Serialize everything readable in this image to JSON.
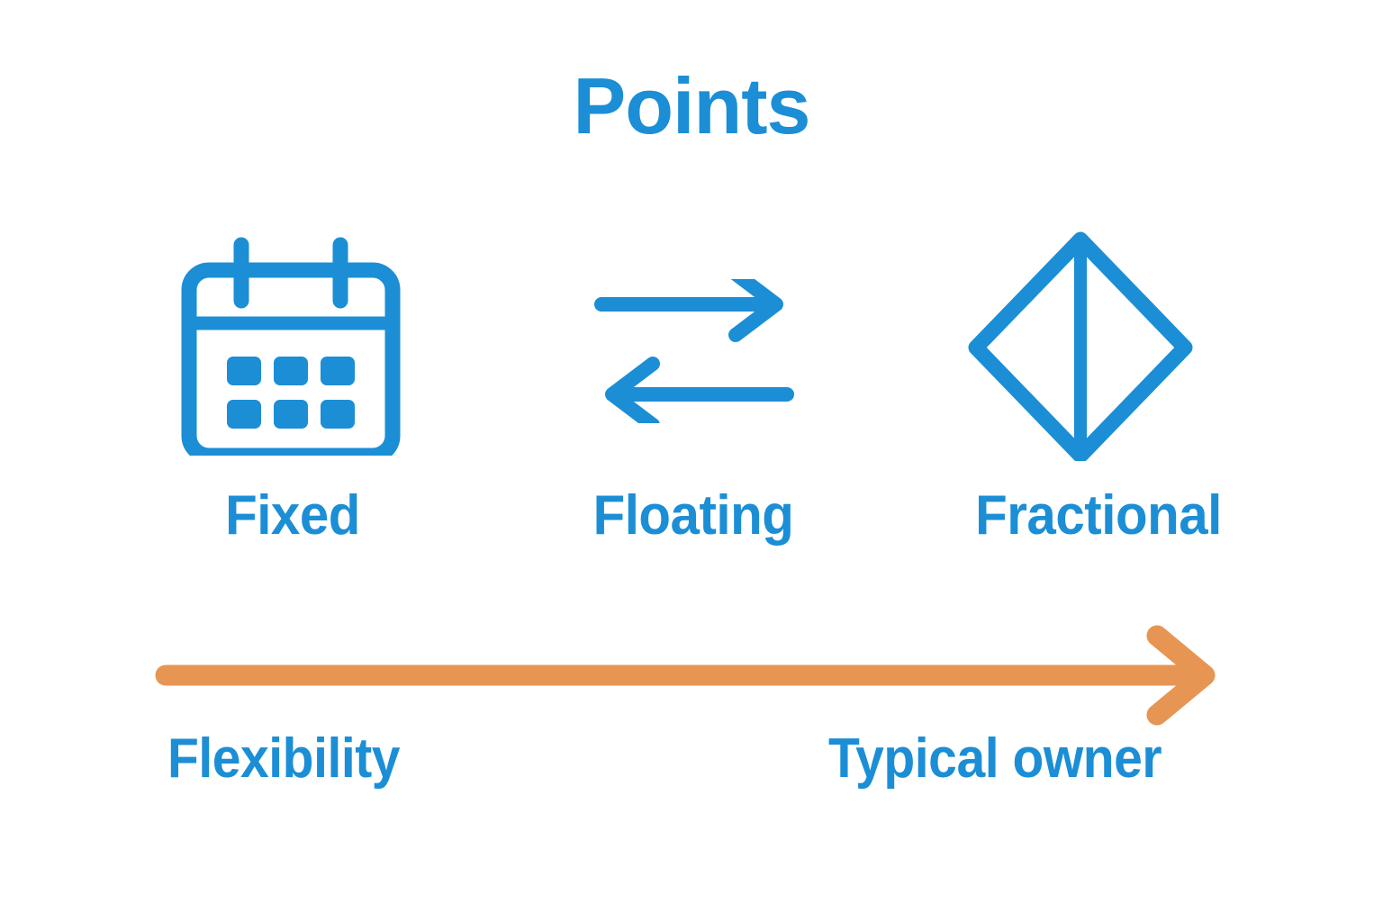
{
  "diagram": {
    "title": "Points",
    "colors": {
      "accent_blue": "#1b8ed6",
      "spectrum_orange": "#e79552",
      "background": "#ffffff"
    },
    "categories": [
      {
        "id": "fixed",
        "label": "Fixed",
        "icon": "calendar-icon"
      },
      {
        "id": "floating",
        "label": "Floating",
        "icon": "exchange-arrows-icon"
      },
      {
        "id": "fractional",
        "label": "Fractional",
        "icon": "split-diamond-icon"
      }
    ],
    "spectrum": {
      "icon": "right-arrow-icon",
      "left_label": "Flexibility",
      "right_label": "Typical owner"
    }
  }
}
